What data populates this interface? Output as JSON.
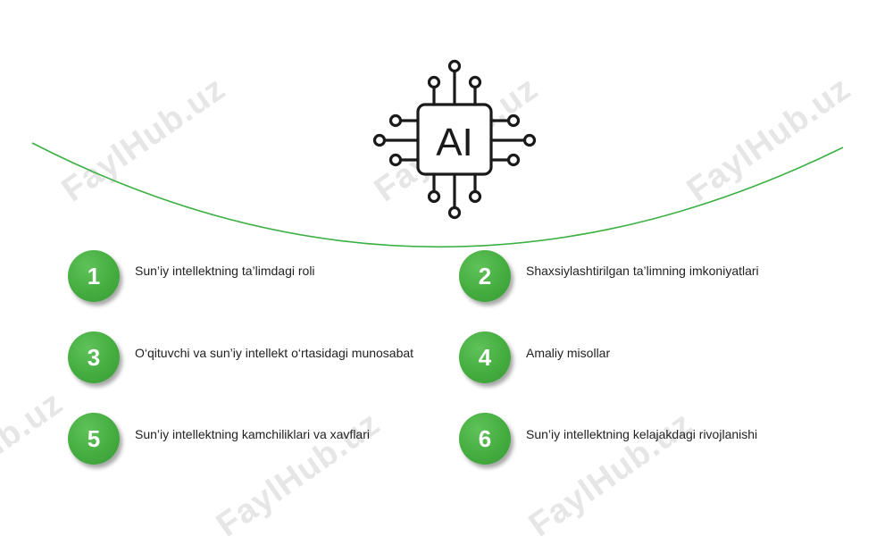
{
  "watermark": {
    "text": "FaylHub.uz"
  },
  "ai_chip": {
    "label": "AI"
  },
  "colors": {
    "accent": "#45ad40",
    "curve": "#3cb043",
    "text": "#222222"
  },
  "items": [
    {
      "number": "1",
      "label": "Sun’iy intellektning ta’limdagi roli"
    },
    {
      "number": "2",
      "label": "Shaxsiylashtirilgan ta’limning imkoniyatlari"
    },
    {
      "number": "3",
      "label": "O‘qituvchi va sun’iy intellekt o‘rtasidagi munosabat"
    },
    {
      "number": "4",
      "label": "Amaliy misollar"
    },
    {
      "number": "5",
      "label": "Sun’iy intellektning kamchiliklari va xavflari"
    },
    {
      "number": "6",
      "label": "Sun’iy intellektning kelajakdagi rivojlanishi"
    }
  ]
}
